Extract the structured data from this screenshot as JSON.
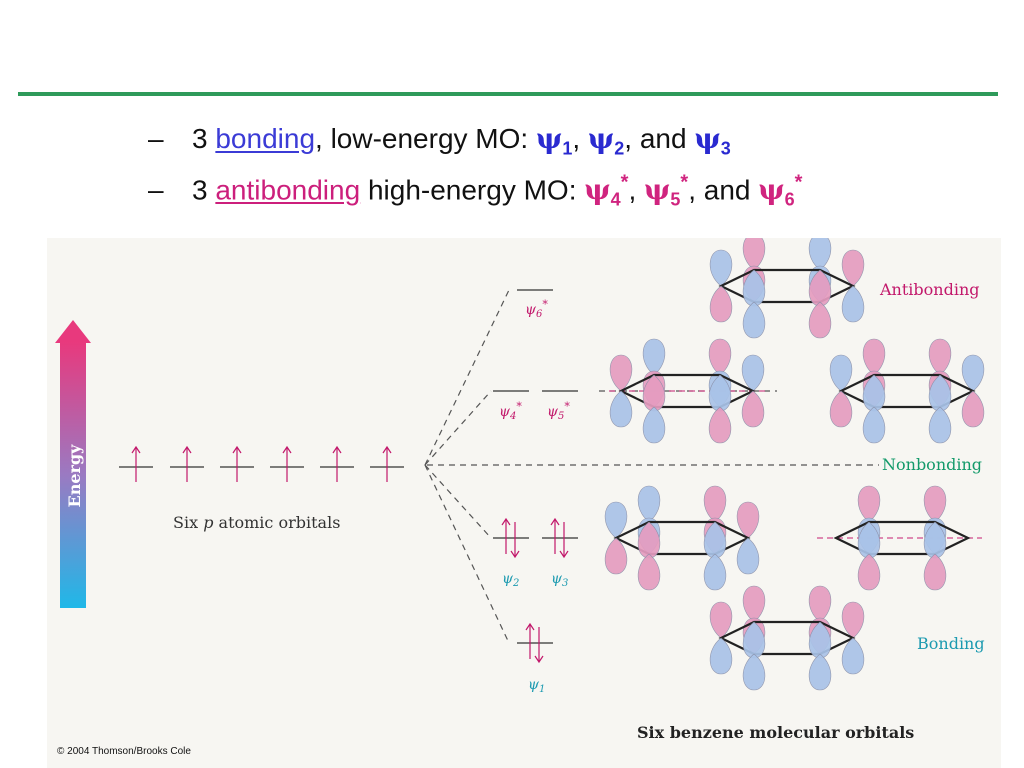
{
  "bullets": [
    {
      "dash": "–",
      "count": "3",
      "keyword": "bonding",
      "rest": ", low-energy MO: ",
      "terms": [
        {
          "psi": "ψ",
          "sub": "1",
          "sup": ""
        },
        {
          "psi": "ψ",
          "sub": "2",
          "sup": ""
        },
        {
          "psi": "ψ",
          "sub": "3",
          "sup": ""
        }
      ],
      "sep": ", ",
      "and": ", and "
    },
    {
      "dash": "–",
      "count": "3",
      "keyword": "antibonding",
      "rest": " high-energy MO: ",
      "terms": [
        {
          "psi": "ψ",
          "sub": "4",
          "sup": "*"
        },
        {
          "psi": "ψ",
          "sub": "5",
          "sup": "*"
        },
        {
          "psi": "ψ",
          "sub": "6",
          "sup": "*"
        }
      ],
      "sep": ", ",
      "and": ", and "
    }
  ],
  "figure": {
    "energy_label": "Energy",
    "atomic_label_pre": "Six ",
    "atomic_label_p": "p",
    "atomic_label_post": " atomic orbitals",
    "levels": {
      "psi6": {
        "psi": "ψ",
        "sub": "6",
        "sup": "*"
      },
      "psi4": {
        "psi": "ψ",
        "sub": "4",
        "sup": "*"
      },
      "psi5": {
        "psi": "ψ",
        "sub": "5",
        "sup": "*"
      },
      "psi2": {
        "psi": "ψ",
        "sub": "2",
        "sup": ""
      },
      "psi3": {
        "psi": "ψ",
        "sub": "3",
        "sup": ""
      },
      "psi1": {
        "psi": "ψ",
        "sub": "1",
        "sup": ""
      }
    },
    "labels": {
      "antibonding": "Antibonding",
      "nonbonding": "Nonbonding",
      "bonding": "Bonding"
    },
    "caption": "Six benzene molecular orbitals",
    "copyright": "© 2004 Thomson/Brooks Cole",
    "colors": {
      "pink_lobe": "#e59cc0",
      "blue_lobe": "#a9c3e8",
      "antibonding": "#c2186b",
      "nonbonding": "#139a6a",
      "bonding": "#1c9ab0",
      "level_psi": "#c2186b",
      "bond_psi": "#1c9ab0"
    }
  }
}
